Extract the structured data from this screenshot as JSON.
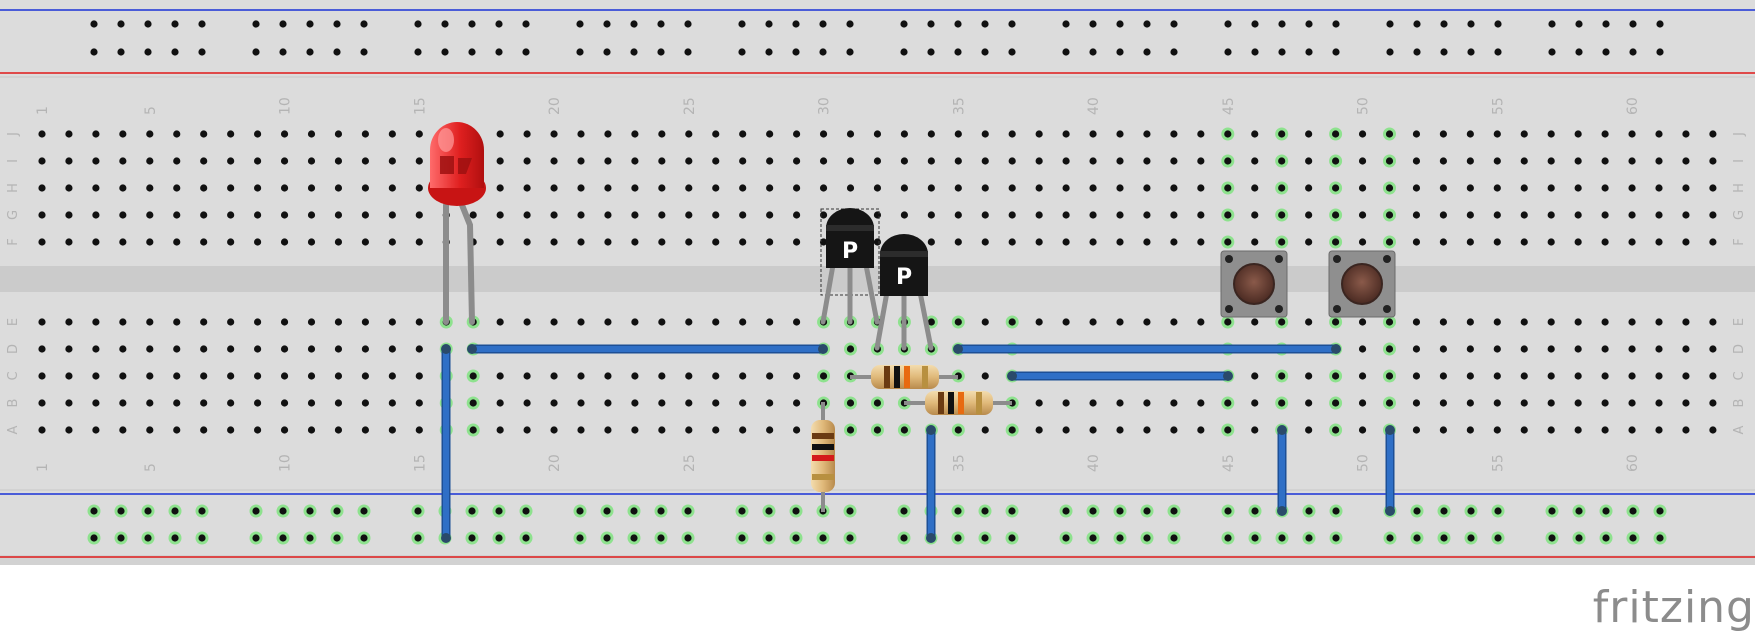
{
  "app": {
    "logo_text": "fritzing"
  },
  "breadboard": {
    "column_labels_top": [
      "1",
      "5",
      "10",
      "15",
      "20",
      "25",
      "30",
      "35",
      "40",
      "45",
      "50",
      "55",
      "60"
    ],
    "column_labels_bottom": [
      "1",
      "5",
      "10",
      "15",
      "20",
      "25",
      "30",
      "35",
      "40",
      "45",
      "50",
      "55",
      "60"
    ],
    "row_labels_top": [
      "J",
      "I",
      "H",
      "G",
      "F"
    ],
    "row_labels_bottom": [
      "E",
      "D",
      "C",
      "B",
      "A"
    ],
    "colors": {
      "board": "#dcdcdc",
      "rail_blue": "#1a32d6",
      "rail_red": "#e01a1a",
      "wire": "#2f6fc6",
      "connected": "#8ee28e",
      "hole": "#111111"
    }
  },
  "components": {
    "led": {
      "color": "#e62828",
      "label": "LED"
    },
    "transistor_marking": "P",
    "transistors": [
      {
        "id": "Q1"
      },
      {
        "id": "Q2"
      }
    ],
    "resistors": [
      {
        "id": "R1"
      },
      {
        "id": "R2"
      },
      {
        "id": "R3"
      }
    ],
    "pushbuttons": [
      {
        "id": "S1"
      },
      {
        "id": "S2"
      }
    ],
    "wires": [
      {
        "id": "w1"
      },
      {
        "id": "w2"
      },
      {
        "id": "w3"
      },
      {
        "id": "w4"
      },
      {
        "id": "w5"
      },
      {
        "id": "w6"
      },
      {
        "id": "w7"
      }
    ]
  }
}
